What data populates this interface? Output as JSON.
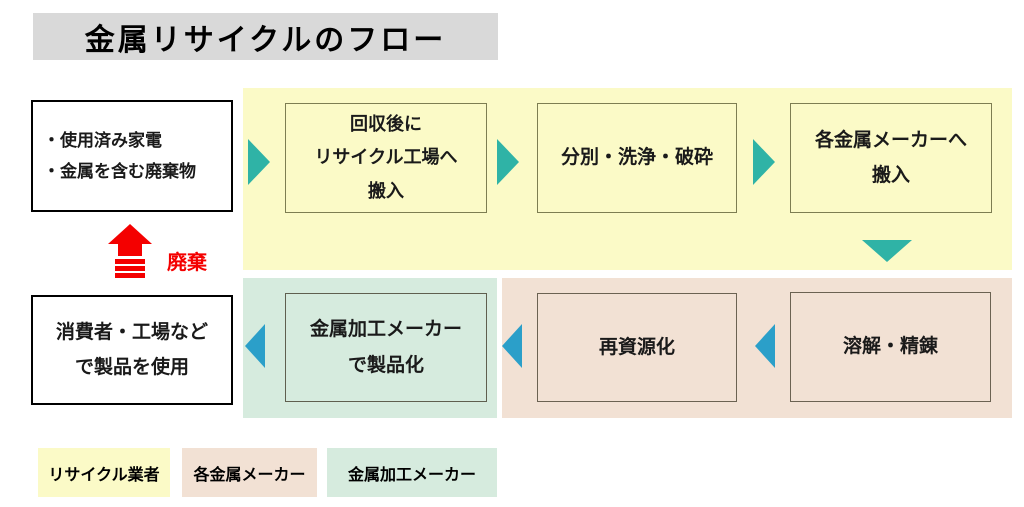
{
  "title": "金属リサイクルのフロー",
  "waste_sources": {
    "line1": "・使用済み家電",
    "line2": "・金属を含む廃棄物"
  },
  "disposal_label": "廃棄",
  "recycler_stage": {
    "box_intake": {
      "line1": "回収後に",
      "line2": "リサイクル工場へ",
      "line3": "搬入"
    },
    "box_sorting": {
      "line1": "分別・洗浄・破砕"
    },
    "box_to_makers": {
      "line1": "各金属メーカーへ",
      "line2": "搬入"
    }
  },
  "metal_maker_stage": {
    "box_melting": {
      "line1": "溶解・精錬"
    },
    "box_recycling": {
      "line1": "再資源化"
    }
  },
  "processor_stage": {
    "box_products": {
      "line1": "金属加工メーカー",
      "line2": "で製品化"
    }
  },
  "consumer_box": {
    "line1": "消費者・工場など",
    "line2": "で製品を使用"
  },
  "legend": {
    "recycler": "リサイクル業者",
    "metal_maker": "各金属メーカー",
    "processor": "金属加工メーカー"
  },
  "colors": {
    "title_bg": "#d9d9d9",
    "recycler_bg": "#fbfac7",
    "metal_maker_bg": "#f2e1d4",
    "processor_bg": "#d6ebde",
    "flow_arrow_teal": "#2fb3a6",
    "flow_arrow_blue": "#2b9fc9",
    "disposal_red": "#f40000"
  }
}
